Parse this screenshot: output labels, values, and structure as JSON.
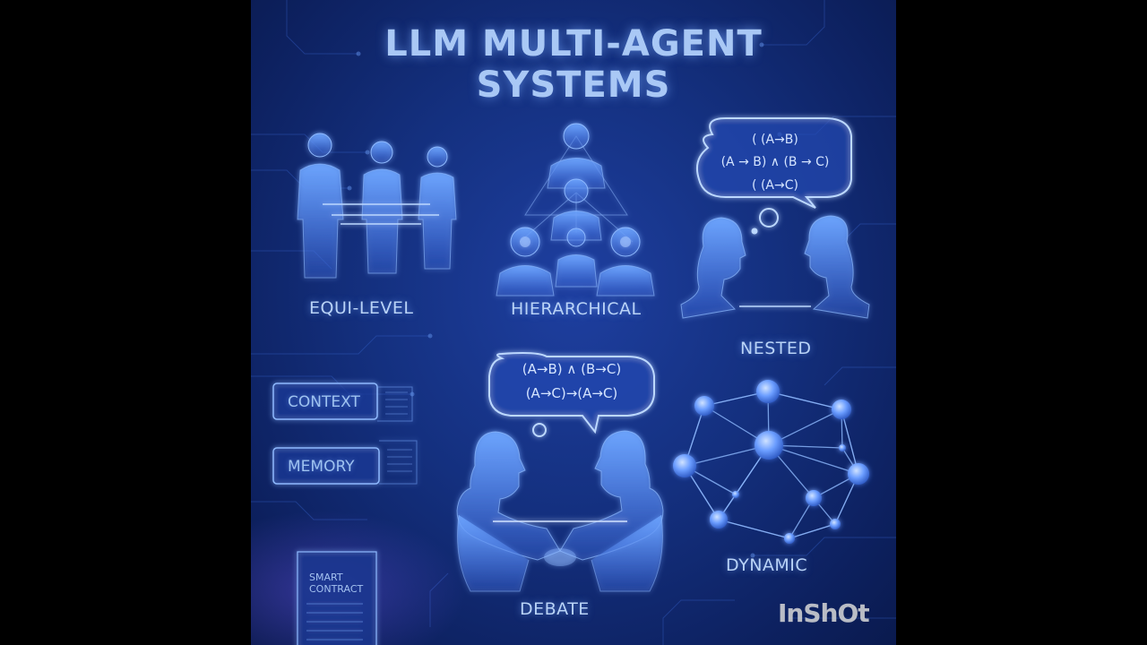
{
  "title_line1": "LLM MULTI-AGENT",
  "title_line2": "SYSTEMS",
  "labels": {
    "equi_level": "EQUI-LEVEL",
    "hierarchical": "HIERARCHICAL",
    "nested": "NESTED",
    "debate": "DEBATE",
    "dynamic": "DYNAMIC"
  },
  "cards": {
    "context": "CONTEXT",
    "memory": "MEMORY"
  },
  "smart_contract": {
    "line1": "SMART",
    "line2": "CONTRACT"
  },
  "nested_thought": [
    "( (A→B)",
    "(A → B) ∧ (B → C)",
    "( (A→C)"
  ],
  "debate_thought": [
    "(A→B) ∧ (B→C)",
    "(A→C)→(A→C)"
  ],
  "watermark": "InShOt",
  "colors": {
    "background": "#14307f",
    "glow": "#5f9bff",
    "text": "#b9d3f7"
  }
}
